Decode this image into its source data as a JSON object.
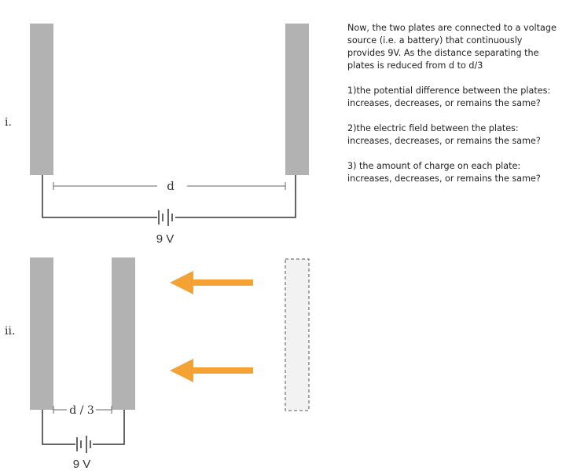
{
  "figure": {
    "part_i": {
      "label": "i.",
      "distance_label": "d",
      "battery_label": "9 V"
    },
    "part_ii": {
      "label": "ii.",
      "distance_label": "d / 3",
      "battery_label": "9 V"
    },
    "colors": {
      "plate": "#b2b2b2",
      "ghost_plate_fill": "#f2f2f2",
      "ghost_plate_border": "#555555",
      "arrow": "#f4a233",
      "wire": "#333333",
      "dimension_line": "#666666"
    }
  },
  "text": {
    "intro": "Now, the two plates are connected to a voltage source (i.e. a battery) that continuously provides 9V. As the distance separating the plates is reduced from d to d/3",
    "q1": "1)the potential difference between the plates: increases, decreases, or remains the same?",
    "q2": "2)the electric field between the plates: increases, decreases, or remains the same?",
    "q3": "3) the amount of charge on each plate: increases, decreases, or remains the same?"
  }
}
